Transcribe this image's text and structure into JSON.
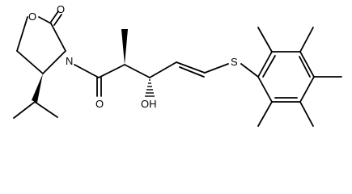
{
  "molecule": {
    "atoms": {
      "ring_oxygen": "O",
      "carbonyl_oxygen_ring": "O",
      "ring_nitrogen": "N",
      "acyl_carbonyl_oxygen": "O",
      "hydroxyl": "OH",
      "sulfur": "S"
    }
  }
}
